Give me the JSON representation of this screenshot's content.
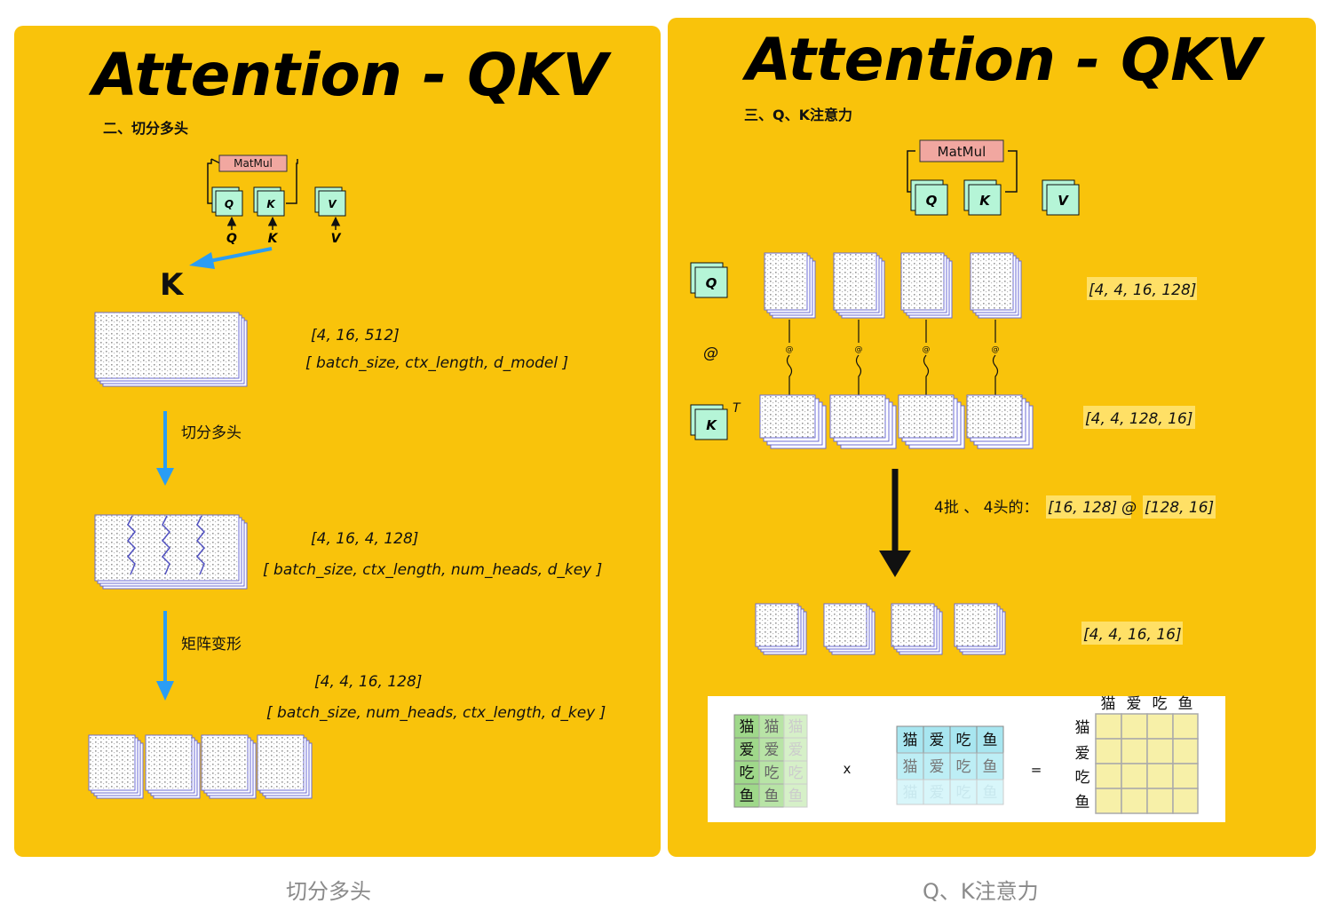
{
  "left": {
    "title": "Attention - QKV",
    "section": "二、切分多头",
    "matmul": "MatMul",
    "box_q": "Q",
    "box_k": "K",
    "box_v": "V",
    "in_q": "Q",
    "in_k": "K",
    "in_v": "V",
    "k_label": "K",
    "shape1": "[4, 16, 512]",
    "desc1": "[ batch_size, ctx_length, d_model ]",
    "step1": "切分多头",
    "shape2": "[4, 16, 4, 128]",
    "desc2": "[ batch_size, ctx_length, num_heads, d_key ]",
    "step2": "矩阵变形",
    "shape3": "[4, 4, 16, 128]",
    "desc3": "[ batch_size, num_heads, ctx_length, d_key ]"
  },
  "right": {
    "title": "Attention - QKV",
    "section": "三、Q、K注意力",
    "matmul": "MatMul",
    "box_q": "Q",
    "box_k": "K",
    "box_v": "V",
    "q_label": "Q",
    "at": "@",
    "k_label": "K",
    "k_sup": "T",
    "small_at": "@",
    "shape_q": "[4, 4, 16, 128]",
    "shape_k": "[4, 4, 128, 16]",
    "batch_text": "4批 、 4头的：",
    "batch_m1": "[16, 128]",
    "batch_at": "@",
    "batch_m2": "[128, 16]",
    "shape_out": "[4, 4, 16, 16]",
    "tokens": [
      "猫",
      "爱",
      "吃",
      "鱼"
    ],
    "times": "x",
    "equals": "="
  },
  "captions": {
    "left": "切分多头",
    "right": "Q、K注意力"
  },
  "colors": {
    "background": "#f9c30b",
    "arrow_blue": "#2a9df4",
    "matmul_box": "#f1a7a0",
    "qkv_box": "#b5f5d7",
    "matrix_edge": "#6b6bd6",
    "query_grid": "#9fd88a",
    "key_grid": "#a8e6f0",
    "score_grid": "#f7f0a8"
  }
}
